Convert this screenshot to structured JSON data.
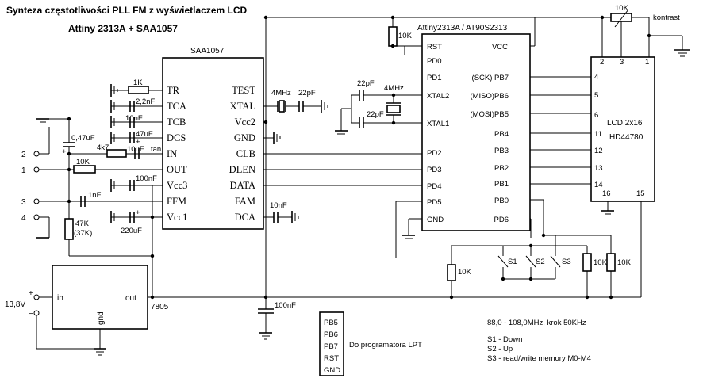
{
  "header": {
    "title": "Synteza częstotliwości PLL FM z wyświetlaczem LCD",
    "subtitle": "Attiny 2313A + SAA1057"
  },
  "saa": {
    "name": "SAA1057",
    "left_pins": [
      "TR",
      "TCA",
      "TCB",
      "DCS",
      "IN",
      "OUT",
      "Vcc3",
      "FFM",
      "Vcc1"
    ],
    "right_pins": [
      "TEST",
      "XTAL",
      "Vcc2",
      "GND",
      "CLB",
      "DLEN",
      "DATA",
      "FAM",
      "DCA"
    ]
  },
  "mcu": {
    "name": "Attiny2313A / AT90S2313",
    "left_pins": [
      "RST",
      "PD0",
      "PD1",
      "XTAL2",
      "XTAL1",
      "PD2",
      "PD3",
      "PD4",
      "PD5",
      "GND"
    ],
    "right_pins": [
      "VCC",
      "(SCK) PB7",
      "(MISO)PB6",
      "(MOSI)PB5",
      "PB4",
      "PB3",
      "PB2",
      "PB1",
      "PB0",
      "PD6"
    ]
  },
  "lcd": {
    "name": "LCD 2x16",
    "model": "HD44780",
    "pins_top": [
      "2",
      "3",
      "1"
    ],
    "pins_left": [
      "4",
      "5",
      "6",
      "11",
      "12",
      "13",
      "14"
    ],
    "pins_bottom": [
      "16",
      "15"
    ],
    "contrast_label": "kontrast",
    "pot_label": "10K"
  },
  "components": {
    "r_1k": "1K",
    "c_2n2": "2,2nF",
    "c_10n_tcb": "10nF",
    "c_47u": "47uF",
    "r_4k7": "4k7",
    "c_10u": "10uF",
    "tan": "tan",
    "c_047u": "0,47uF",
    "r_10k_out": "10K",
    "c_100n_vcc3": "100nF",
    "c_1n": "1nF",
    "r_47k": "47K",
    "r_37k": "(37K)",
    "c_220u": "220uF",
    "xtal_4m_saa": "4MHz",
    "c_22p_saa": "22pF",
    "c_10n_dca": "10nF",
    "r_10k_rst": "10K",
    "c_22p_a": "22pF",
    "c_22p_b": "22pF",
    "xtal_4m_mcu": "4MHz",
    "r_10k_pd5": "10K",
    "r_10k_s2": "10K",
    "r_10k_s3": "10K",
    "c_100n_main": "100nF",
    "s1": "S1",
    "s2": "S2",
    "s3": "S3",
    "reg_name": "7805",
    "reg_in": "in",
    "reg_out": "out",
    "reg_gnd": "gnd",
    "plus": "+",
    "minus": "−"
  },
  "connectors": {
    "pins": [
      "2",
      "1",
      "3",
      "4"
    ],
    "supply": "13,8V"
  },
  "lpt": {
    "pins": [
      "PB5",
      "PB6",
      "PB7",
      "RST",
      "GND"
    ],
    "label": "Do programatora LPT"
  },
  "notes": {
    "range": "88,0 - 108,0MHz, krok 50KHz",
    "s1": "S1 - Down",
    "s2": "S2 - Up",
    "s3": "S3 - read/write memory M0-M4"
  }
}
